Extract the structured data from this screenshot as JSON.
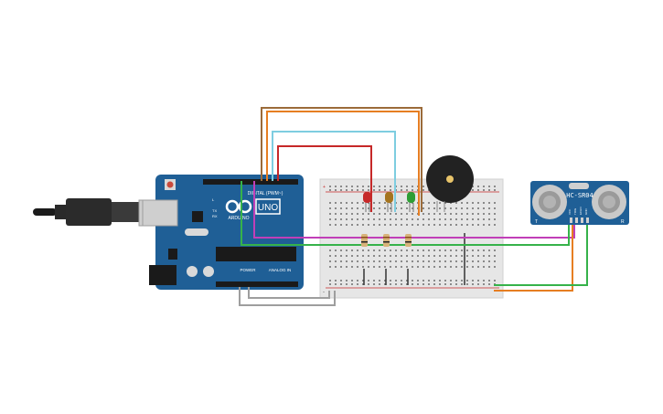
{
  "arduino": {
    "model_label": "UNO",
    "brand_label": "ARDUINO",
    "digital_header_label": "DIGITAL (PWM~)",
    "power_header_label": "POWER",
    "analog_header_label": "ANALOG IN",
    "tx_label": "TX",
    "rx_label": "RX",
    "l_label": "L"
  },
  "sensor": {
    "model_label": "HC-SR04",
    "pin_labels": [
      "VCC",
      "TRIG",
      "ECHO",
      "GND"
    ],
    "t_label": "T",
    "r_label": "R"
  },
  "breadboard": {
    "plus_label": "+",
    "minus_label": "-"
  },
  "components": {
    "leds": [
      "red",
      "yellow",
      "green"
    ],
    "resistors": 3,
    "buzzer": "piezo"
  },
  "colors": {
    "arduino_board": "#1f5f96",
    "breadboard": "#e6e6e6",
    "sensor_board": "#1f5f96",
    "wire_red": "#c62828",
    "wire_cyan": "#7ecde0",
    "wire_orange": "#e67e22",
    "wire_brown": "#9b6b3a",
    "wire_magenta": "#c13fb8",
    "wire_green": "#36b24a",
    "wire_gray": "#9e9e9e",
    "led_red": "#c62828",
    "led_yellow": "#a5741f",
    "led_green": "#2e9e35",
    "buzzer": "#222222"
  }
}
